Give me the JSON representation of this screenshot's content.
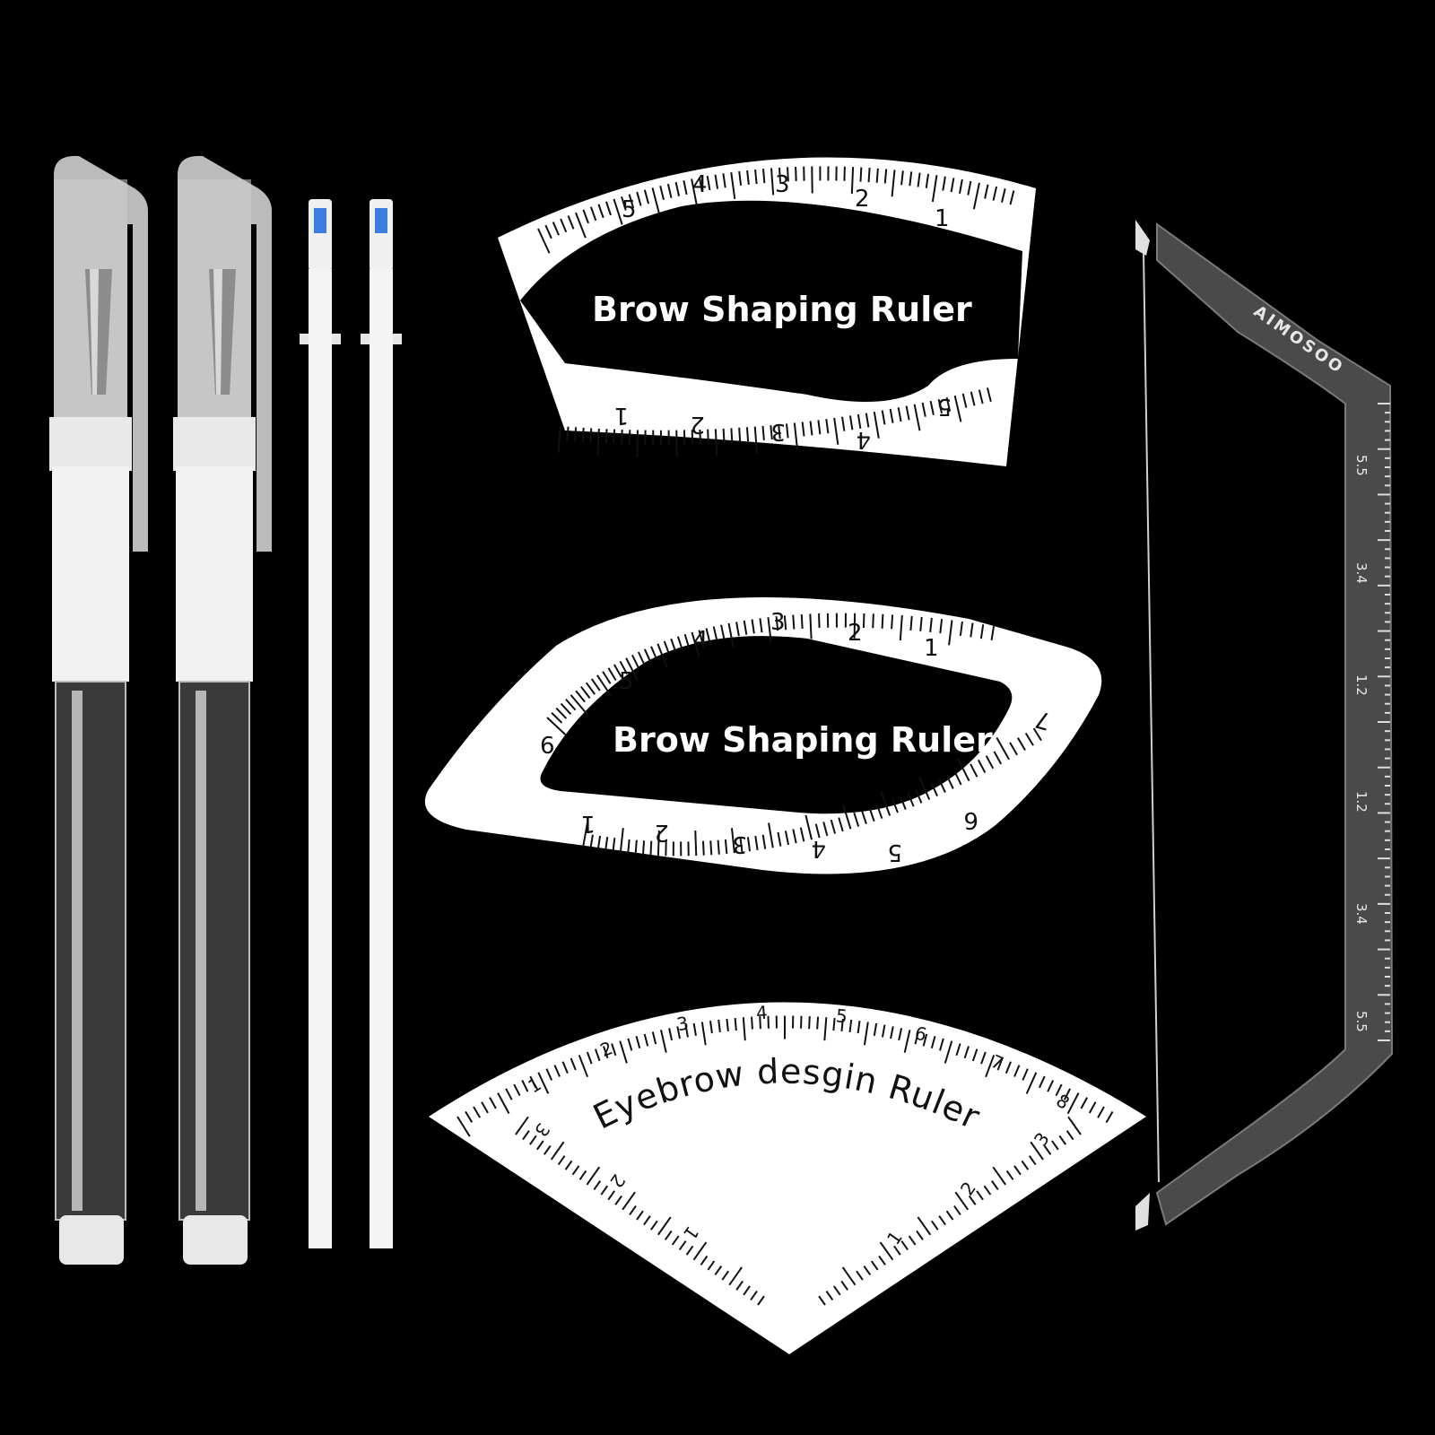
{
  "colors": {
    "background": "#000000",
    "ruler_white": "#ffffff",
    "pen_body": "#e9e9e9",
    "refill_tip": "#3b7de0",
    "bar_grey": "#4a4a4a"
  },
  "items": {
    "pens": [
      {
        "kind": "pen",
        "color": "white"
      },
      {
        "kind": "pen",
        "color": "white"
      }
    ],
    "refills": [
      {
        "kind": "refill",
        "tip": "blue"
      },
      {
        "kind": "refill",
        "tip": "blue"
      }
    ]
  },
  "ruler1": {
    "title": "Brow Shaping Ruler",
    "top_scale": [
      "5",
      "4",
      "3",
      "2",
      "1"
    ],
    "bottom_scale": [
      "1",
      "2",
      "3",
      "4",
      "5"
    ]
  },
  "ruler2": {
    "title": "Brow Shaping Ruler",
    "top_scale": [
      "6",
      "5",
      "4",
      "3",
      "2",
      "1"
    ],
    "right_scale": [
      "7"
    ],
    "bottom_scale": [
      "1",
      "2",
      "3",
      "4",
      "5",
      "6"
    ]
  },
  "ruler3": {
    "title": "Eyebrow desgin Ruler",
    "arc_scale": [
      "1",
      "2",
      "3",
      "4",
      "5",
      "6",
      "7",
      "8"
    ],
    "left_scale": [
      "3",
      "2",
      "1"
    ],
    "right_scale": [
      "1",
      "2",
      "3"
    ]
  },
  "bar_ruler": {
    "brand": "AIMOSOO",
    "marks": [
      "5.5",
      "3.4",
      "1.2",
      "1.2",
      "3.4",
      "5.5"
    ]
  }
}
